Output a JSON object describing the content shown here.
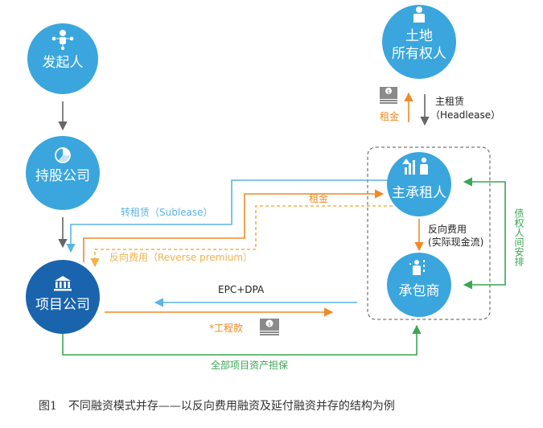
{
  "nodes": {
    "initiator": "发起人",
    "holding": "持股公司",
    "project": "项目公司",
    "landowner_line1": "土地",
    "landowner_line2": "所有权人",
    "lessee": "主承租人",
    "contractor": "承包商"
  },
  "edges": {
    "rent_top": "租金",
    "headlease_line1": "主租赁",
    "headlease_line2": "（Headlease）",
    "sublease": "转租赁（Sublease）",
    "rent_mid": "租金",
    "reverse_premium": "反向费用（Reverse premium）",
    "reverse_cash_line1": "反向费用",
    "reverse_cash_line2": "(实际现金流)",
    "creditor": "债权人间安排",
    "epc": "EPC+DPA",
    "works": "*工程款",
    "guarantee": "全部项目资产担保"
  },
  "caption": "图1　不同融资模式并存——以反向费用融资及延付融资并存的结构为例",
  "colors": {
    "node_light": "#3aa6dd",
    "node_dark": "#1a64ae",
    "blue_arrow": "#5bb4e5",
    "orange_arrow": "#f08a24",
    "dash_orange": "#f4b24a",
    "green_arrow": "#3ba654",
    "gray_arrow": "#666666"
  }
}
